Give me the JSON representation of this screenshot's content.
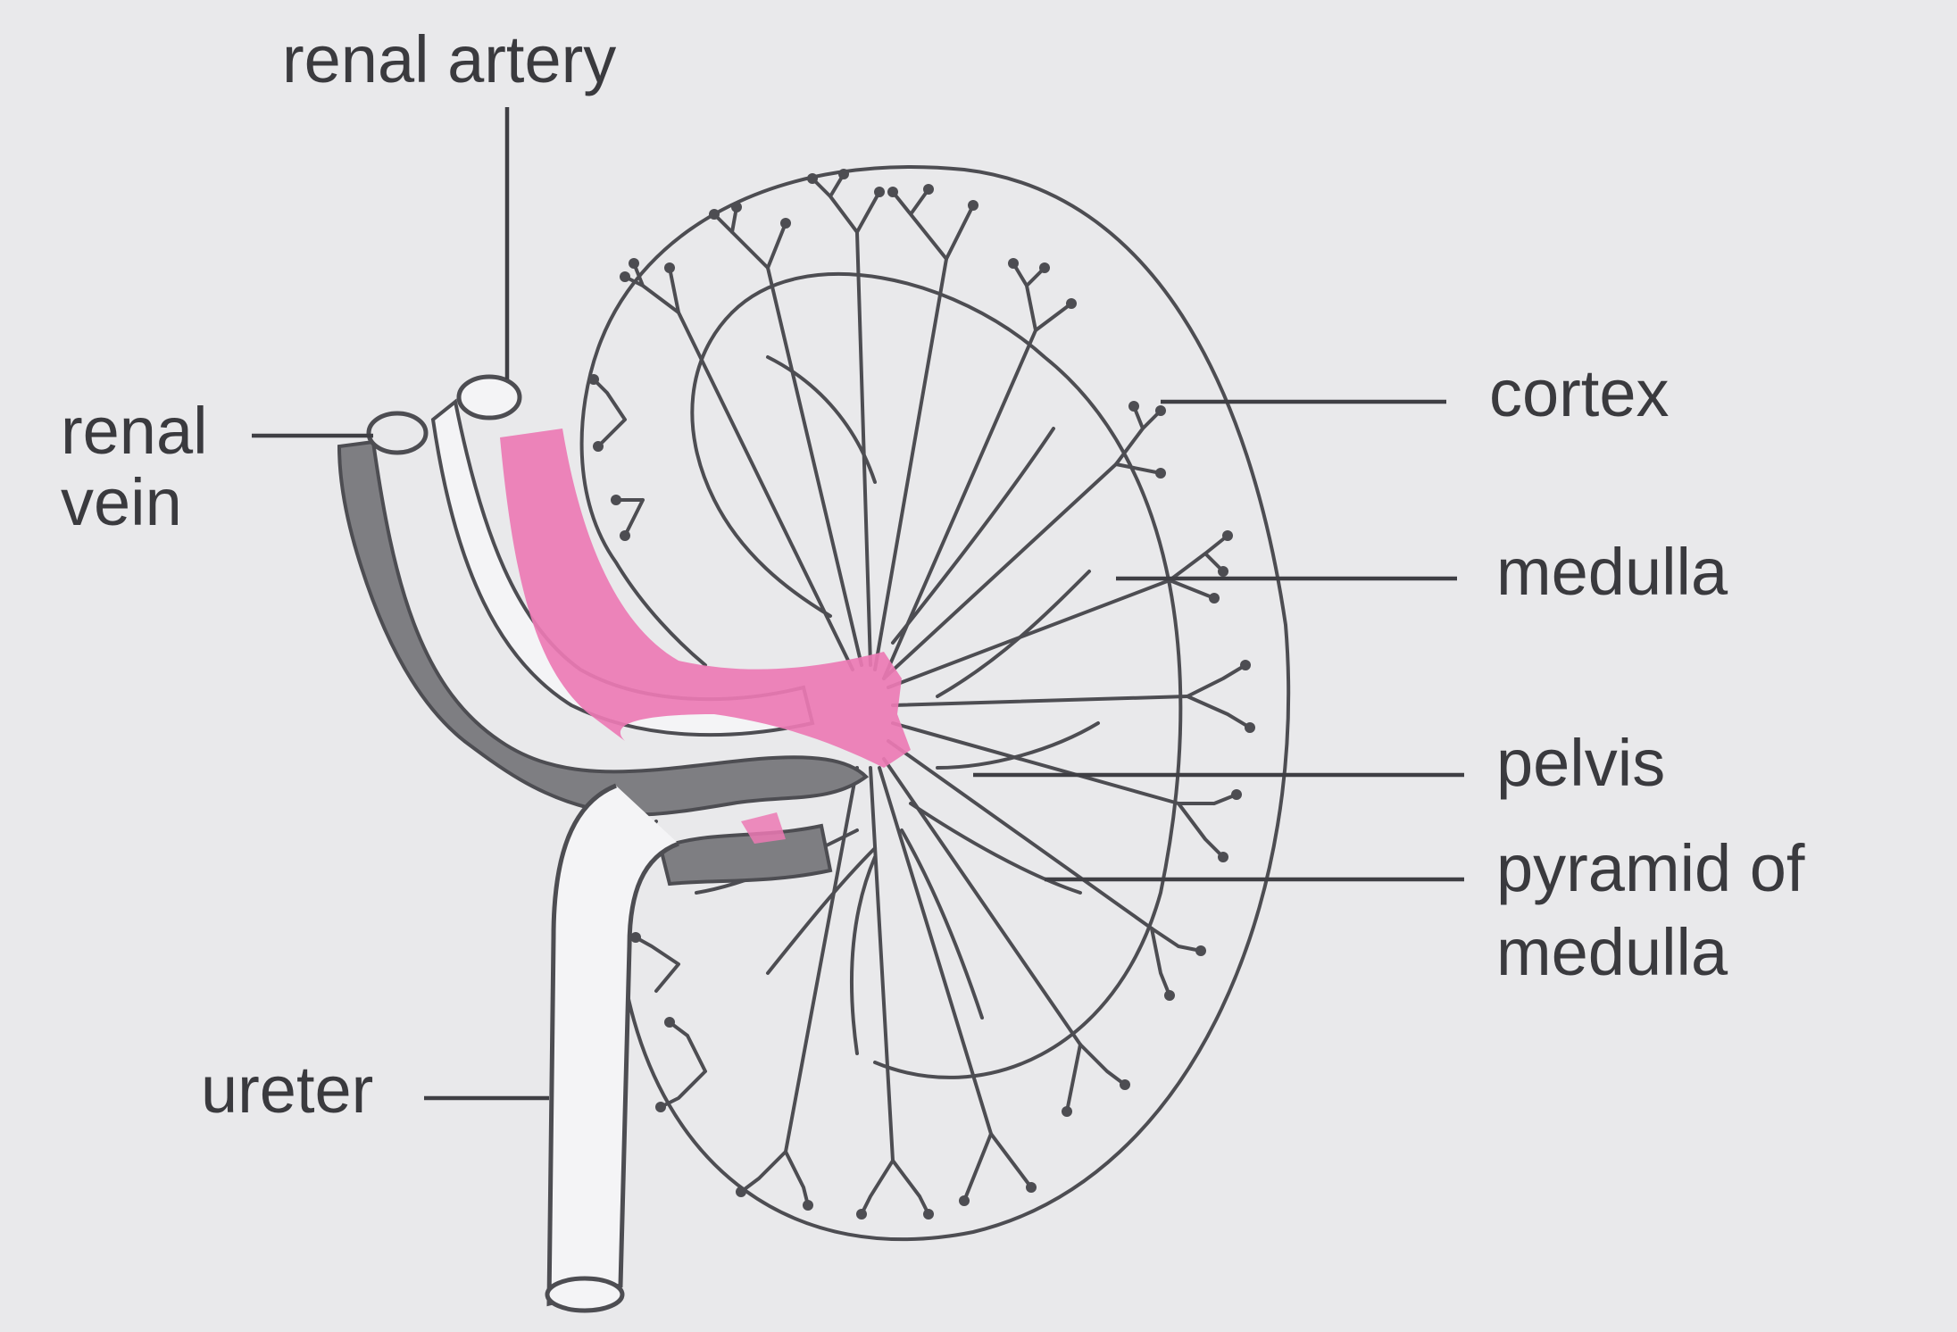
{
  "labels": {
    "renal_artery": "renal artery",
    "renal_vein_line1": "renal",
    "renal_vein_line2": "vein",
    "cortex": "cortex",
    "medulla": "medulla",
    "pelvis": "pelvis",
    "pyramid_line1": "pyramid of",
    "pyramid_line2": "medulla",
    "ureter": "ureter"
  },
  "colors": {
    "background": "#e9e9eb",
    "artery_blood": "#ec79b4",
    "vein": "#7e7e82",
    "outline": "#4d4d52",
    "text": "#3a3a3e"
  }
}
